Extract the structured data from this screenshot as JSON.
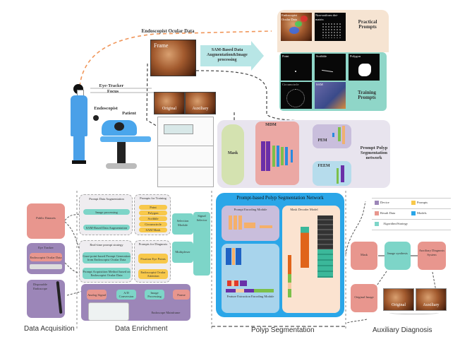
{
  "top": {
    "ocular_data_label": "Endoscopist Ocular Data",
    "frame_label": "Frame",
    "sam_arrow_label": "SAM-Based Data Augmentation&Image processing",
    "eye_tracker_label": "Eye-Tracker",
    "focus_label": "Focus",
    "endoscopist_label": "Endoscopist",
    "patient_label": "Patient",
    "original_label": "Original",
    "auxiliary_label": "Auxiliary"
  },
  "prompts_panel": {
    "practical_title": "Practical Prompts",
    "training_title": "Training Prompts",
    "practical_tiles": [
      "Endoscopist Ocular Data",
      "Non-uniform dot-matrix"
    ],
    "training_tiles": [
      "Point",
      "Scribble",
      "Polygon",
      "Circumcircle",
      "SAM"
    ]
  },
  "network": {
    "title": "Prompt Polyp Segmentation network",
    "mask_label": "Mask",
    "mdm_label": "MDM",
    "pem_label": "PEM",
    "feem_label": "FEEM"
  },
  "acquisition": {
    "public_datasets": "Public Datasets",
    "eye_tracker": "Eye Tracker",
    "ocular_data": "Endoscopist Ocular Data",
    "disposable_endoscope": "Disposable Endoscope",
    "section_label": "Data Acquisition"
  },
  "enrichment": {
    "prompt_data_aug_title": "Prompt Data Augmentation",
    "image_processing": "Image processing",
    "sam_aug": "SAM-Based Data Augmentation",
    "realtime_title": "Real-time prompt strategy",
    "realtime_item1": "Gaze-point-based Prompt Generation from Endoscopist Ocular Data",
    "realtime_item2": "Prompt Acquisition Method based on Endoscopist Ocular Data",
    "prompts_training_title": "Prompts for Training",
    "training_prompts": [
      "Point",
      "Polygon",
      "Scribble",
      "Circumcircle",
      "SAM Mask"
    ],
    "prompts_diagnosis_title": "Prompts for Diagnosis",
    "diagnosis_prompts": [
      "Fixation Eye Points",
      "Endoscopist Ocular Attention"
    ],
    "selection_module": "Selection Module",
    "multiplexer": "Multiplexer",
    "signal_selector": "Signal Selector",
    "pipeline": [
      "Analog Signal",
      "A/D Conversion",
      "Image Processing",
      "Frame"
    ],
    "endoscope_mainframe": "Endoscope Mainframe",
    "section_label": "Data Enrichment"
  },
  "segmentation": {
    "title": "Prompt-based Polyp Segmentation Network",
    "prompt_encoding": "Prompt Encoding Module",
    "mask_decoder": "Mask Decoder Model",
    "feature_extraction": "Feature Extraction Encoding Module",
    "section_label": "Polyp Segmentation"
  },
  "legend": {
    "items": [
      {
        "label": "Device",
        "color": "#9c86b8"
      },
      {
        "label": "Prompts",
        "color": "#f8c84a"
      },
      {
        "label": "Result Data",
        "color": "#e8968e"
      },
      {
        "label": "Models",
        "color": "#2aa6e8"
      },
      {
        "label": "Algorithm/Strategy",
        "color": "#7dd5c8"
      }
    ]
  },
  "diagnosis": {
    "mask": "Mask",
    "image_synthesis": "Image synthesis",
    "aux_system": "Auxiliary Diagnosis System",
    "original_image": "Original Image",
    "original_label": "Original",
    "auxiliary_label": "Auxiliary",
    "section_label": "Auxiliary Diagnosis"
  }
}
